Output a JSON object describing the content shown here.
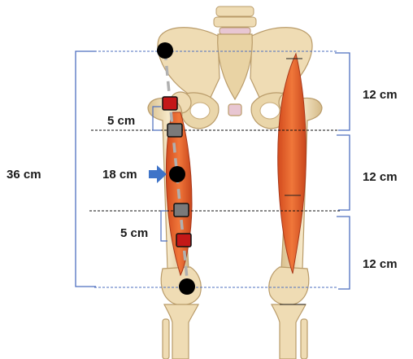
{
  "labels": {
    "segment_top": "12 cm",
    "segment_middle": "12 cm",
    "segment_bottom": "12 cm",
    "total_length": "36 cm",
    "midpoint_distance": "18 cm",
    "upper_offset": "5 cm",
    "lower_offset": "5 cm"
  },
  "colors": {
    "bone": "#efdcb4",
    "bone_edge": "#b99b69",
    "muscle": "#e8672f",
    "muscle_light": "#f5a06b",
    "bracket": "#4e6fbf",
    "dashed_guide": "#4e6fbf",
    "marker_black": "#000000",
    "marker_red": "#c41818",
    "marker_gray": "#7a7a7a",
    "arrow": "#3f74c8"
  },
  "icons": {
    "arrow": "right-pointing-arrow-icon",
    "landmark": "black-circle-marker",
    "electrode": "square-marker"
  }
}
